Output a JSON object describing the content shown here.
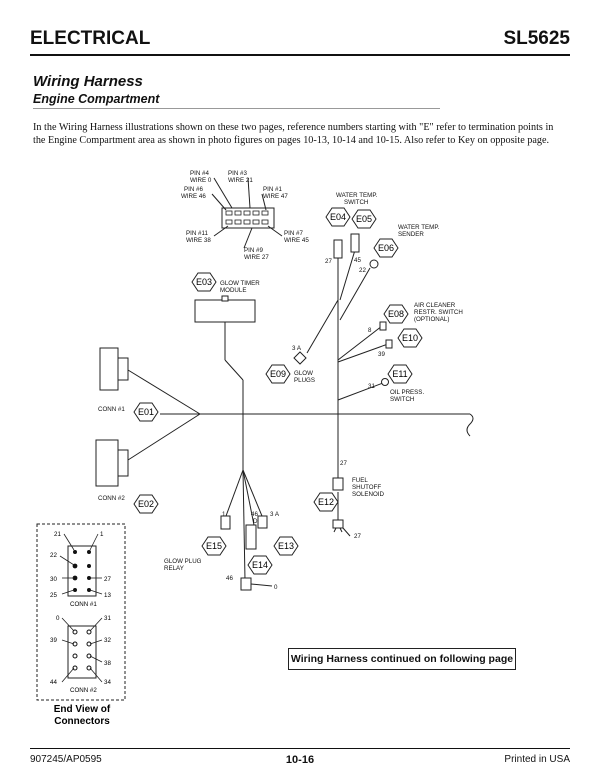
{
  "header": {
    "section": "ELECTRICAL",
    "model": "SL5625"
  },
  "title": "Wiring Harness",
  "subtitle": "Engine Compartment",
  "intro": "In the Wiring Harness illustrations shown on these two pages, reference numbers starting with \"E\" refer to termination points in the Engine Compartment area as shown in photo figures on pages 10-13, 10-14 and 10-15.  Also refer to Key on opposite page.",
  "pin_labels": {
    "p4": "PIN #4",
    "w0": "WIRE 0",
    "p3": "PIN #3",
    "w21": "WIRE 21",
    "p6": "PIN #6",
    "w46": "WIRE 46",
    "p1": "PIN #1",
    "w47": "WIRE 47",
    "p11": "PIN #11",
    "w38": "WIRE 38",
    "p7": "PIN #7",
    "w45": "WIRE 45",
    "p9": "PIN #9",
    "w27": "WIRE 27"
  },
  "callouts": {
    "E01": "E01",
    "E02": "E02",
    "E03": "E03",
    "E04": "E04",
    "E05": "E05",
    "E06": "E06",
    "E08": "E08",
    "E09": "E09",
    "E10": "E10",
    "E11": "E11",
    "E12": "E12",
    "E13": "E13",
    "E14": "E14",
    "E15": "E15"
  },
  "labels": {
    "water_switch_1": "WATER TEMP.",
    "water_switch_2": "SWITCH",
    "water_sender_1": "WATER TEMP.",
    "water_sender_2": "SENDER",
    "glow_timer_1": "GLOW TIMER",
    "glow_timer_2": "MODULE",
    "air_1": "AIR CLEANER",
    "air_2": "RESTR. SWITCH",
    "air_3": "(OPTIONAL)",
    "glow_plugs_1": "GLOW",
    "glow_plugs_2": "PLUGS",
    "oil_1": "OIL PRESS.",
    "oil_2": "SWITCH",
    "fuel_1": "FUEL",
    "fuel_2": "SHUTOFF",
    "fuel_3": "SOLENOID",
    "relay_1": "GLOW PLUG",
    "relay_2": "RELAY",
    "conn1": "CONN #1",
    "conn2": "CONN #2"
  },
  "wires": {
    "w27a": "27",
    "w45": "45",
    "w22": "22",
    "w3a": "3 A",
    "w8": "8",
    "w39": "39",
    "w31": "31",
    "w27b": "27",
    "w27c": "27",
    "w1": "1",
    "w46": "46",
    "wD": "D",
    "w3a2": "3 A",
    "w46b": "46",
    "w0": "0"
  },
  "end_view": {
    "c1": {
      "p21": "21",
      "p1": "1",
      "p22": "22",
      "p30": "30",
      "p27": "27",
      "p25": "25",
      "p13": "13",
      "label": "CONN #1"
    },
    "c2": {
      "p0": "0",
      "p31": "31",
      "p39": "39",
      "p32": "32",
      "p38": "38",
      "p44": "44",
      "p34": "34",
      "label": "CONN #2"
    },
    "caption_1": "End View of",
    "caption_2": "Connectors"
  },
  "note": "Wiring Harness continued on following page",
  "footer": {
    "left": "907245/AP0595",
    "center": "10-16",
    "right": "Printed in USA"
  }
}
